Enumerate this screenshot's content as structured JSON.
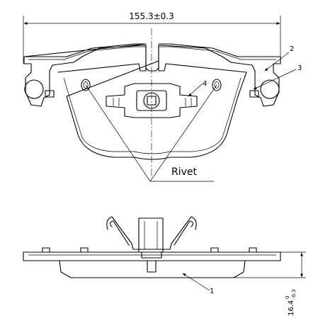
{
  "dimensions": {
    "width": "155.3±0.3",
    "thickness_main": "16.4",
    "thickness_upper": "0",
    "thickness_lower": "-0.3"
  },
  "callouts": [
    "1",
    "2",
    "3",
    "4"
  ],
  "labels": {
    "rivet": "Rivet"
  }
}
